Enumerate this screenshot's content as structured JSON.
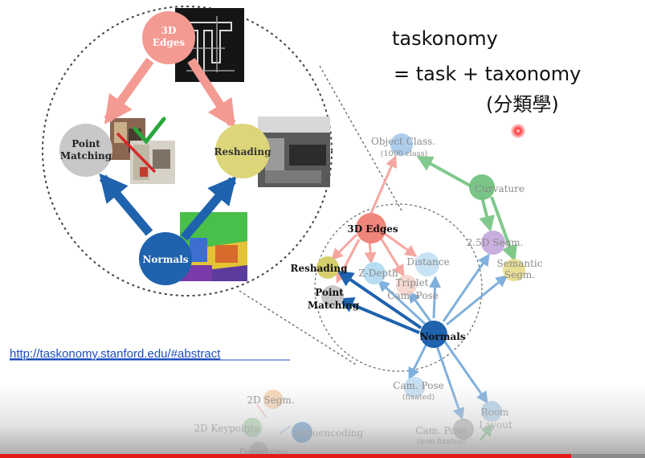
{
  "slide": {
    "title_line1": "taskonomy",
    "title_line2": "= task + taxonomy",
    "title_line3": "(分類學)",
    "link": "http://taskonomy.stanford.edu/#abstract"
  },
  "zoom_inset": {
    "nodes": {
      "edges3d": "3D",
      "edges3d_2": "Edges",
      "point": "Point",
      "point_2": "Matching",
      "reshading": "Reshading",
      "normals": "Normals"
    }
  },
  "graph": {
    "nodes": {
      "object_class": "Object Class.",
      "object_class_sub": "(1000 class)",
      "curvature": "Curvature",
      "edges3d": "3D Edges",
      "seg25d": "2.5D Segm.",
      "semantic": "Semantic",
      "semantic_2": "Segm.",
      "reshading": "Reshading",
      "zdepth": "Z-Depth",
      "distance": "Distance",
      "triplet": "Triplet",
      "triplet_2": "Cam. Pose",
      "point": "Point",
      "point_2": "Matching",
      "normals": "Normals",
      "campose_fix": "Cam. Pose",
      "campose_fix_sub": "(fixated)",
      "room": "Room",
      "room_2": "Layout",
      "campose_nonfix": "Cam. Pose",
      "campose_nonfix_sub": "(non-fixated)",
      "seg2d": "2D Segm.",
      "keypoints2d": "2D Keypoints",
      "autoencoding": "Autoencoding",
      "denoising": "Denoising"
    }
  },
  "player": {
    "progress_fraction": 0.885
  },
  "colors": {
    "normals_blue": "#1f62ad",
    "edges_salmon": "#f39a92",
    "reshading_yellow": "#dcd57a",
    "point_grey": "#c8c8c8",
    "check_green": "#2aa63a",
    "link_blue": "#1f4fbf",
    "progress_red": "#e21b1b"
  },
  "icons": [
    "checkmark-icon",
    "cross-slash-icon",
    "recording-dot-icon"
  ]
}
